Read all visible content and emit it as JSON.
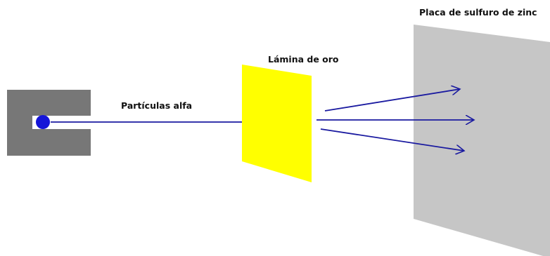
{
  "labels": {
    "alpha_particles": "Partículas alfa",
    "gold_foil": "Lámina de oro",
    "zinc_sulfide_screen": "Placa de sulfuro de zinc"
  },
  "colors": {
    "source_block": "#777777",
    "particle": "#1515d8",
    "beam": "#1a1aa0",
    "gold_foil": "#ffff00",
    "screen": "#c6c6c6",
    "text": "#111111"
  }
}
